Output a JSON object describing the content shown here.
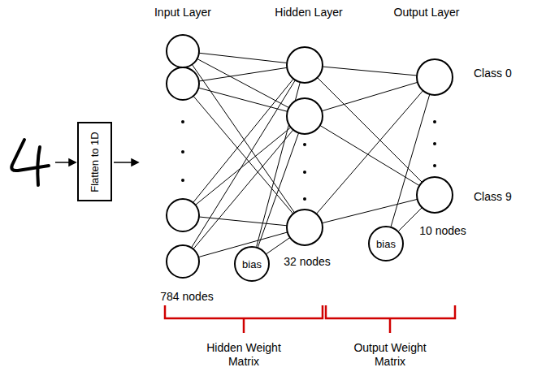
{
  "diagram": {
    "nodes": [
      {
        "text": [
          "Flatten to 1D"
        ]
      },
      {
        "text": [
          "bias"
        ]
      },
      {
        "text": [
          "bias"
        ]
      }
    ],
    "labels": [
      "Input Layer",
      "Hidden Layer",
      "Output Layer",
      "Class 0",
      "Class 9",
      "10 nodes",
      "32 nodes",
      "784 nodes",
      "Hidden Weight Matrix",
      "Output Weight Matrix"
    ]
  }
}
